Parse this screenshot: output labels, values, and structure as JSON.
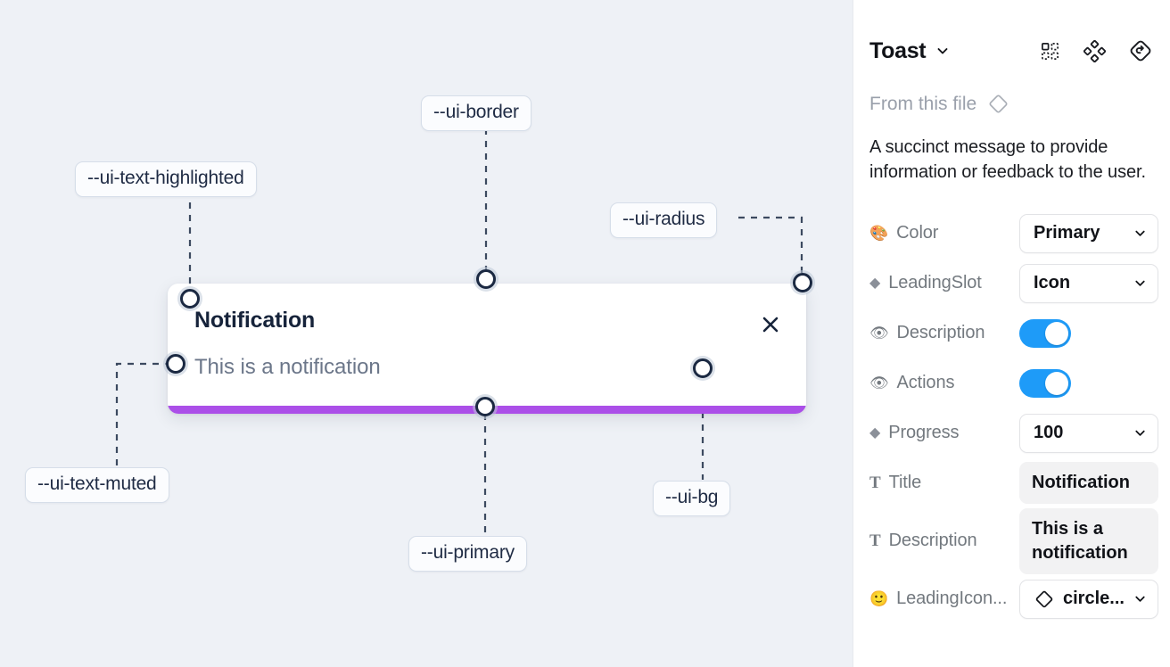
{
  "canvas": {
    "background_color": "#eef1f6",
    "toast": {
      "title": "Notification",
      "description": "This is a notification",
      "close_icon": "close-icon",
      "progress_color": "#ab4fe8",
      "background_color": "#ffffff"
    },
    "annotations": [
      {
        "id": "text-highlighted",
        "label": "--ui-text-highlighted"
      },
      {
        "id": "border",
        "label": "--ui-border"
      },
      {
        "id": "radius",
        "label": "--ui-radius"
      },
      {
        "id": "text-muted",
        "label": "--ui-text-muted"
      },
      {
        "id": "primary",
        "label": "--ui-primary"
      },
      {
        "id": "bg",
        "label": "--ui-bg"
      }
    ]
  },
  "panel": {
    "title": "Toast",
    "title_chevron_icon": "chevron-down-icon",
    "header_icons": [
      {
        "name": "component-grid-icon"
      },
      {
        "name": "variants-diamond-icon"
      },
      {
        "name": "reset-instance-icon"
      }
    ],
    "from_file": {
      "label": "From this file",
      "icon": "diamond-outline-icon"
    },
    "description": "A succinct message to provide information or feedback to the user.",
    "properties": [
      {
        "icon": "palette-icon",
        "glyph": "🎨",
        "label": "Color",
        "control": "select",
        "value": "Primary"
      },
      {
        "icon": "diamond-icon",
        "glyph": "◆",
        "label": "LeadingSlot",
        "control": "select",
        "value": "Icon"
      },
      {
        "icon": "eye-icon",
        "glyph": "👁",
        "label": "Description",
        "control": "toggle",
        "value": "on"
      },
      {
        "icon": "eye-icon",
        "glyph": "👁",
        "label": "Actions",
        "control": "toggle",
        "value": "on"
      },
      {
        "icon": "diamond-icon",
        "glyph": "◆",
        "label": "Progress",
        "control": "select",
        "value": "100"
      },
      {
        "icon": "text-icon",
        "glyph": "T",
        "label": "Title",
        "control": "text",
        "value": "Notification"
      },
      {
        "icon": "text-icon",
        "glyph": "T",
        "label": "Description",
        "control": "text",
        "value": "This is a notification"
      },
      {
        "icon": "emoji-icon",
        "glyph": "🙂",
        "label": "LeadingIcon...",
        "control": "icon-select",
        "value": "circle..."
      }
    ],
    "toggle_on_color": "#1e9bf8"
  }
}
